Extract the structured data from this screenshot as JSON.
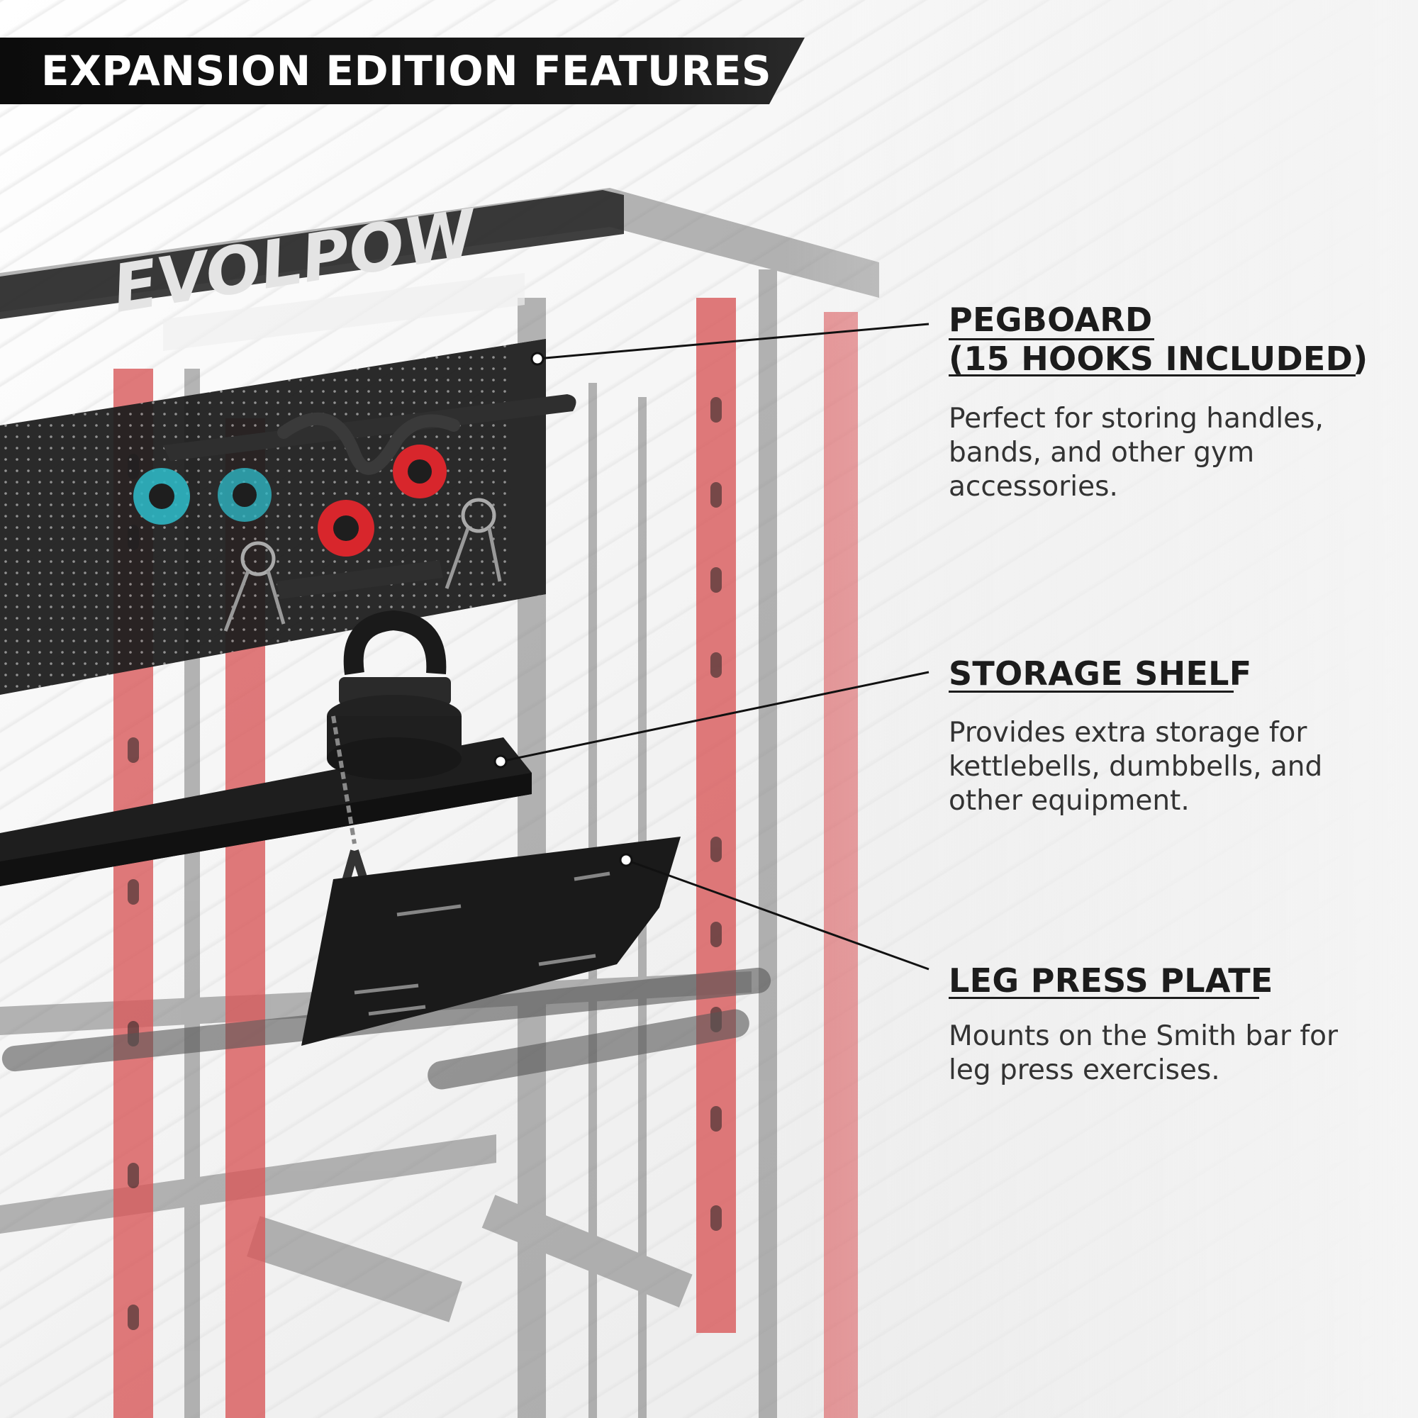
{
  "banner": {
    "title": "EXPANSION EDITION FEATURES",
    "color": "#111111"
  },
  "product": {
    "brand_logo": "EVOLPOW"
  },
  "callouts": [
    {
      "title_line1": "PEGBOARD",
      "title_line2": "(15 HOOKS INCLUDED)",
      "description": "Perfect for storing handles, bands, and other gym accessories."
    },
    {
      "title_line1": "STORAGE SHELF",
      "description": "Provides extra storage for kettlebells, dumbbells, and other equipment."
    },
    {
      "title_line1": "LEG PRESS PLATE",
      "description": "Mounts on the Smith bar for leg press exercises."
    }
  ],
  "colors": {
    "frame_red": "#d9595b",
    "frame_gray": "#8a8a8a",
    "pegboard": "#1e1e1e",
    "collar_teal": "#2fb7c4",
    "collar_red": "#d8262c"
  }
}
